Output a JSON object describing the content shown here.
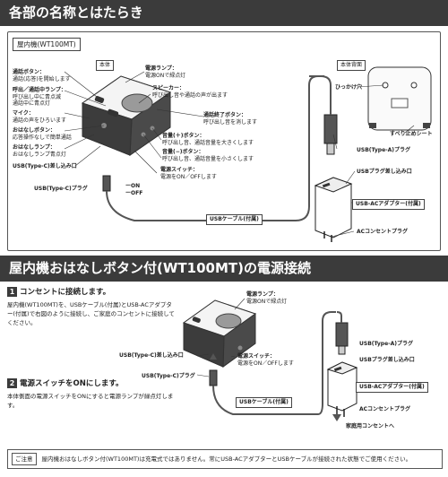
{
  "section1": {
    "title": "各部の名称とはたらき"
  },
  "diagram1": {
    "title_box": "屋内機(WT100MT)",
    "body_tag": "本体",
    "back_tag": "本体背面",
    "left_labels": [
      {
        "name": "通話ボタン：",
        "desc": "通話(応答)を開始します"
      },
      {
        "name": "呼出／通話中ランプ：",
        "desc": "呼び出し中に青点滅\n通話中に青点灯"
      },
      {
        "name": "マイク：",
        "desc": "通話の声をひろいます"
      },
      {
        "name": "おはなしボタン：",
        "desc": "応答操作なしで簡単通話"
      },
      {
        "name": "おはなしランプ：",
        "desc": "おはなしランプ青点灯"
      }
    ],
    "usb_c_port": "USB(Type-C)差し込み口",
    "usb_c_plug": "USB(Type-C)プラグ",
    "power_lamp": {
      "name": "電源ランプ：",
      "desc": "電源ONで緑点灯"
    },
    "speaker": {
      "name": "スピーカー：",
      "desc": "呼び出し音や通話の声が出ます"
    },
    "end_button": {
      "name": "通話終了ボタン：",
      "desc": "呼び出し音を消します"
    },
    "vol_up": {
      "name": "音量(＋)ボタン：",
      "desc": "呼び出し音、通話音量を大きくします"
    },
    "vol_down": {
      "name": "音量(−)ボタン：",
      "desc": "呼び出し音、通話音量を小さくします"
    },
    "power_switch": {
      "name": "電源スイッチ：",
      "desc": "電源をON／OFFします"
    },
    "switch_onoff": "ーON\nーOFF",
    "usb_cable": "USBケーブル(付属)",
    "hook_hole": "ひっかけ穴",
    "anti_slip": "すべり止めシート",
    "usb_a_plug": "USB(Type-A)プラグ",
    "usb_port": "USBプラグ差し込み口",
    "adapter": "USB-ACアダプター(付属)",
    "ac_plug": "ACコンセントプラグ"
  },
  "section2": {
    "title": "屋内機おはなしボタン付(WT100MT)の電源接続"
  },
  "step1": {
    "num": "1",
    "title": "コンセントに接続します。",
    "text": "屋内機(WT100MT)を、USBケーブル(付属)とUSB-ACアダプター(付属)で右図のように接続し、ご家庭のコンセントに接続してください。"
  },
  "step2": {
    "num": "2",
    "title": "電源スイッチをONにします。",
    "text": "本体側面の電源スイッチをONにすると電源ランプが緑点灯します。"
  },
  "diagram2": {
    "power_lamp": {
      "name": "電源ランプ：",
      "desc": "電源ONで緑点灯"
    },
    "usb_c_port": "USB(Type-C)差し込み口",
    "usb_c_plug": "USB(Type-C)プラグ",
    "power_switch": {
      "name": "電源スイッチ：",
      "desc": "電源をON／OFFします"
    },
    "usb_cable": "USBケーブル(付属)",
    "usb_a_plug": "USB(Type-A)プラグ",
    "usb_port": "USBプラグ差し込み口",
    "adapter": "USB-ACアダプター(付属)",
    "ac_plug": "ACコンセントプラグ",
    "to_outlet": "家庭用コンセントへ"
  },
  "note": {
    "tag": "ご注意",
    "text": "屋内機おはなしボタン付(WT100MT)は充電式ではありません。常にUSB-ACアダプターとUSBケーブルが接続された状態でご使用ください。"
  }
}
